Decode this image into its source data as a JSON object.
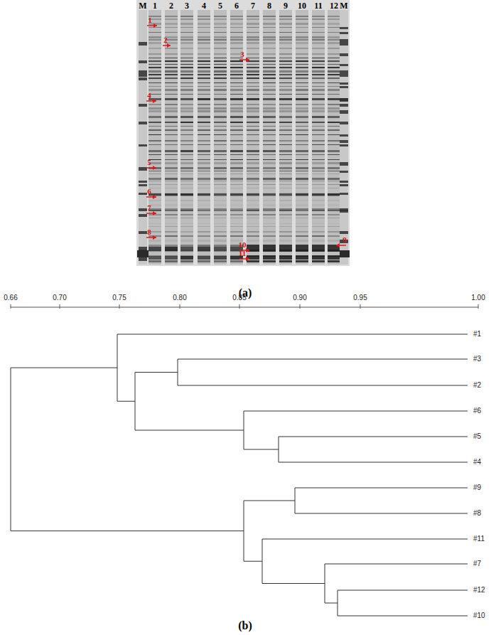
{
  "diagram": {
    "labels": [
      "M",
      "1",
      "2",
      "3",
      "4",
      "5",
      "6",
      "7",
      "8",
      "9",
      "10",
      "11",
      "12",
      "M",
      "1",
      "2",
      "3",
      "4",
      "5",
      "6",
      "7",
      "8",
      "9",
      "10",
      "11",
      "(a)",
      "0.66",
      "0.70",
      "0.75",
      "0.80",
      "0.85",
      "0.90",
      "0.95",
      "1.00",
      "#1",
      "#3",
      "#2",
      "#6",
      "#5",
      "#4",
      "#9",
      "#8",
      "#11",
      "#7",
      "#12",
      "#10",
      "(b)"
    ]
  }
}
